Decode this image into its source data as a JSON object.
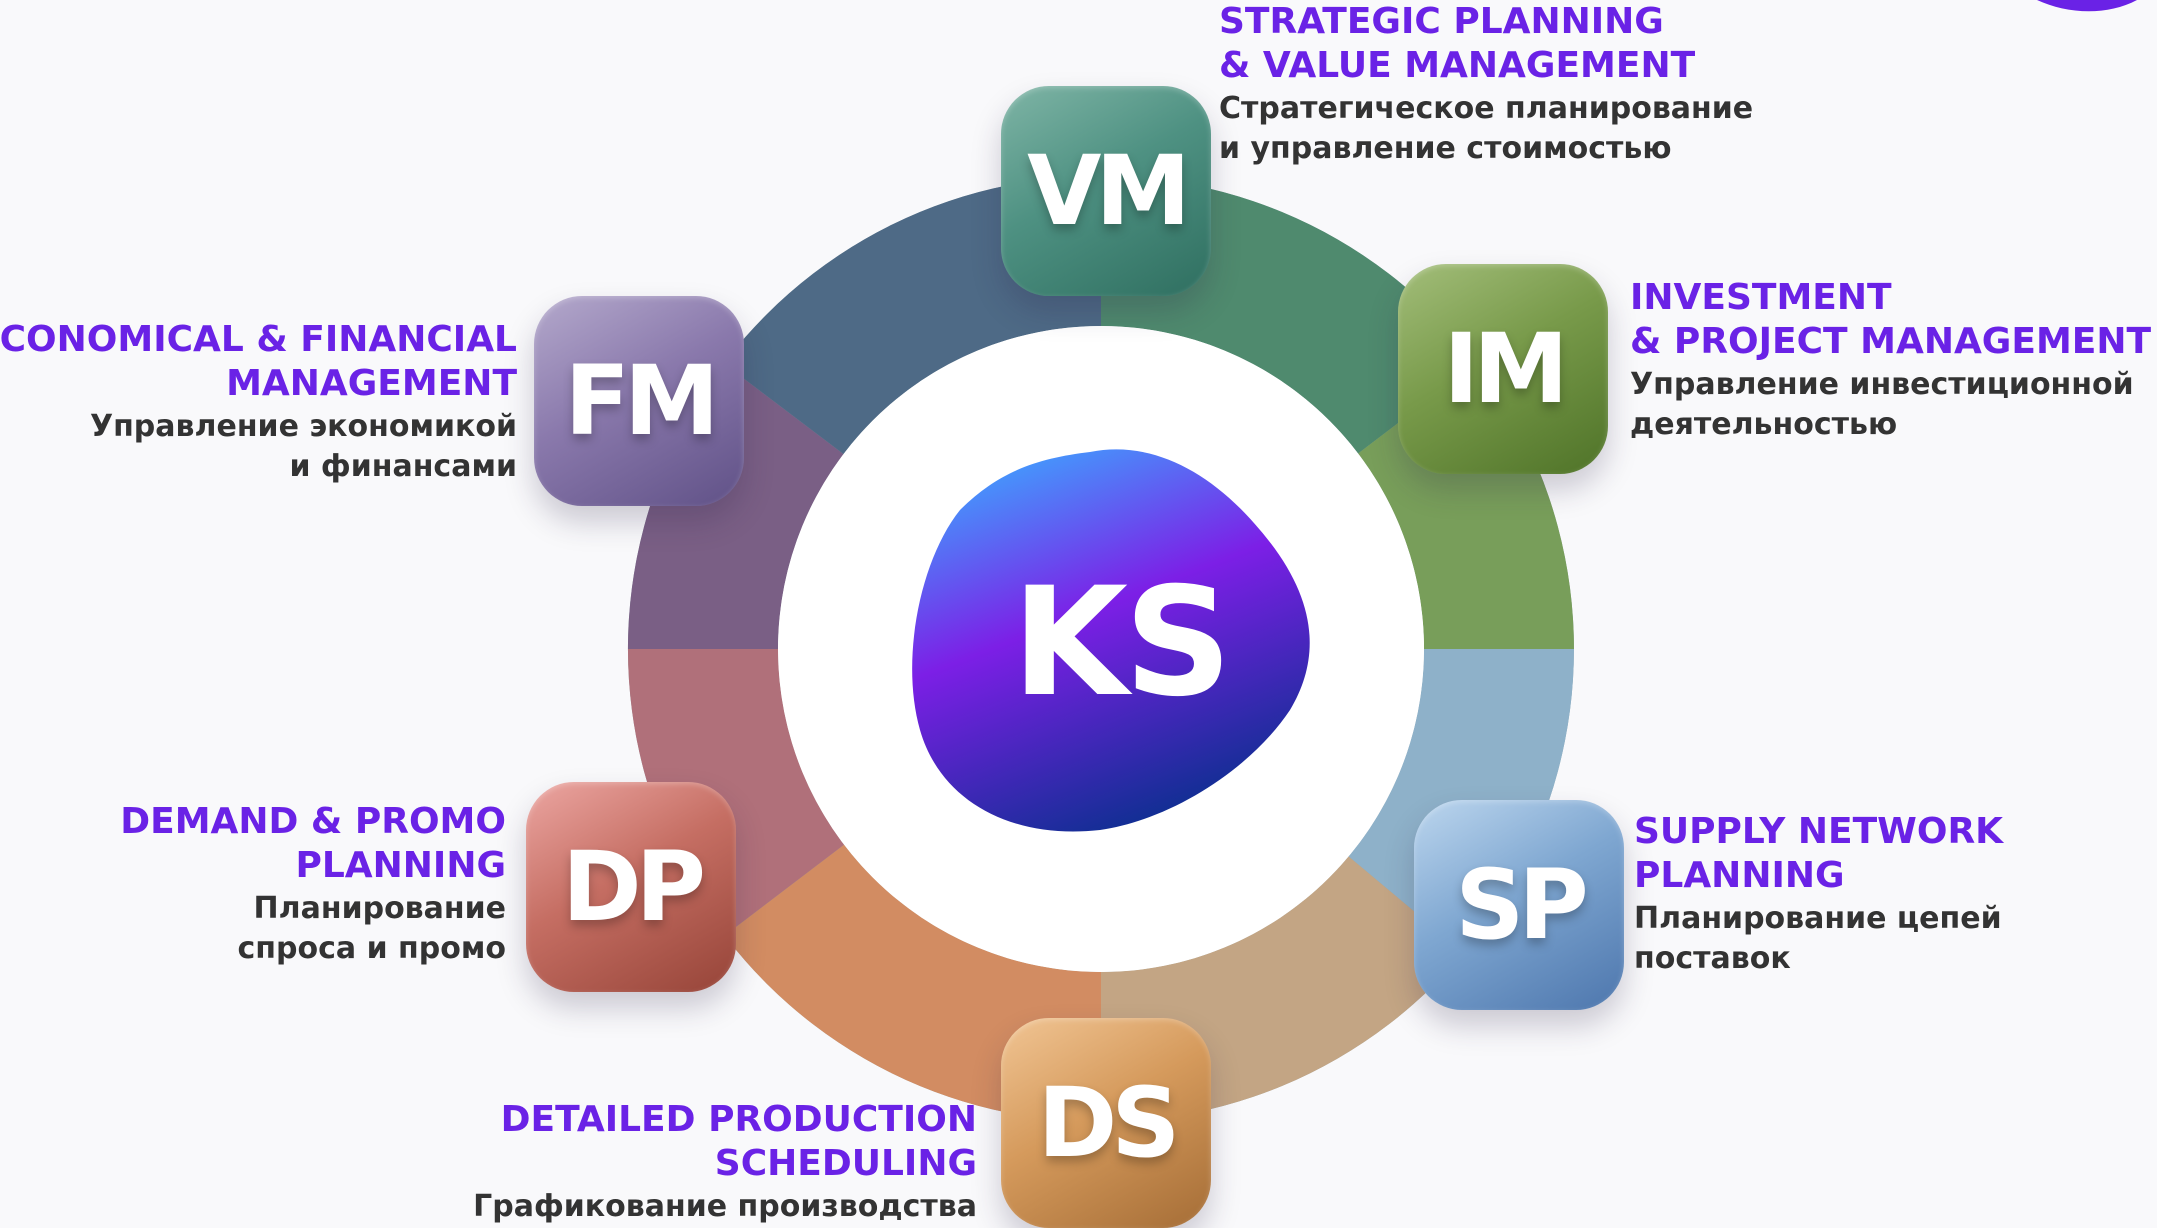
{
  "colors": {
    "accent": "#6a22e6",
    "text_dark": "#333333",
    "logo_top": "#3ea6ff",
    "logo_mid": "#7c1fe6",
    "logo_bottom": "#0c2f8f"
  },
  "center": {
    "logo_text": "KS"
  },
  "modules": {
    "vm": {
      "abbr": "VM",
      "title_line1": "STRATEGIC PLANNING",
      "title_line2": "& VALUE MANAGEMENT",
      "desc_line1": "Стратегическое планирование",
      "desc_line2": "и управление стоимостью"
    },
    "im": {
      "abbr": "IM",
      "title_line1": "INVESTMENT",
      "title_line2": "& PROJECT MANAGEMENT",
      "desc_line1": "Управление инвестиционной",
      "desc_line2": "деятельностью"
    },
    "sp": {
      "abbr": "SP",
      "title_line1": "SUPPLY NETWORK",
      "title_line2": "PLANNING",
      "desc_line1": "Планирование цепей",
      "desc_line2": "поставок"
    },
    "ds": {
      "abbr": "DS",
      "title_line1": "DETAILED PRODUCTION",
      "title_line2": "SCHEDULING",
      "desc_line1": "Графикование производства"
    },
    "dp": {
      "abbr": "DP",
      "title_line1": "DEMAND & PROMO",
      "title_line2": "PLANNING",
      "desc_line1": "Планирование",
      "desc_line2": "спроса и промо"
    },
    "fm": {
      "abbr": "FM",
      "title_line1": "ECONOMICAL & FINANCIAL",
      "title_line2": "MANAGEMENT",
      "desc_line1": "Управление экономикой",
      "desc_line2": "и финансами"
    }
  }
}
